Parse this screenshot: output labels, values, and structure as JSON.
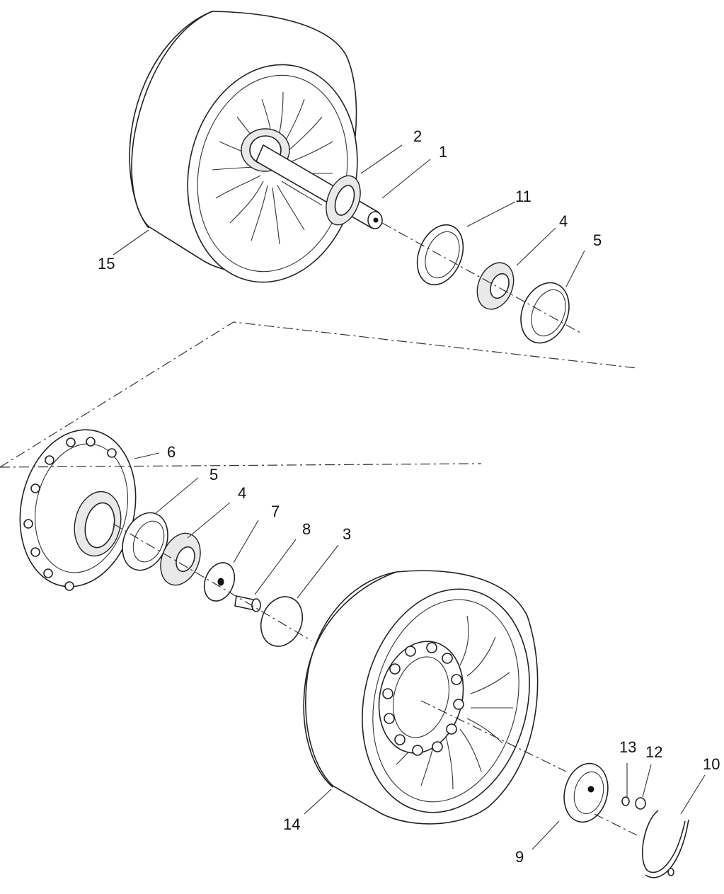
{
  "callouts": {
    "c1": "1",
    "c2": "2",
    "c3": "3",
    "c4a": "4",
    "c4b": "4",
    "c5a": "5",
    "c5b": "5",
    "c6": "6",
    "c7": "7",
    "c8": "8",
    "c9": "9",
    "c10": "10",
    "c11": "11",
    "c12": "12",
    "c13": "13",
    "c14": "14",
    "c15": "15"
  },
  "colors": {
    "line": "#222222",
    "background": "#ffffff"
  }
}
